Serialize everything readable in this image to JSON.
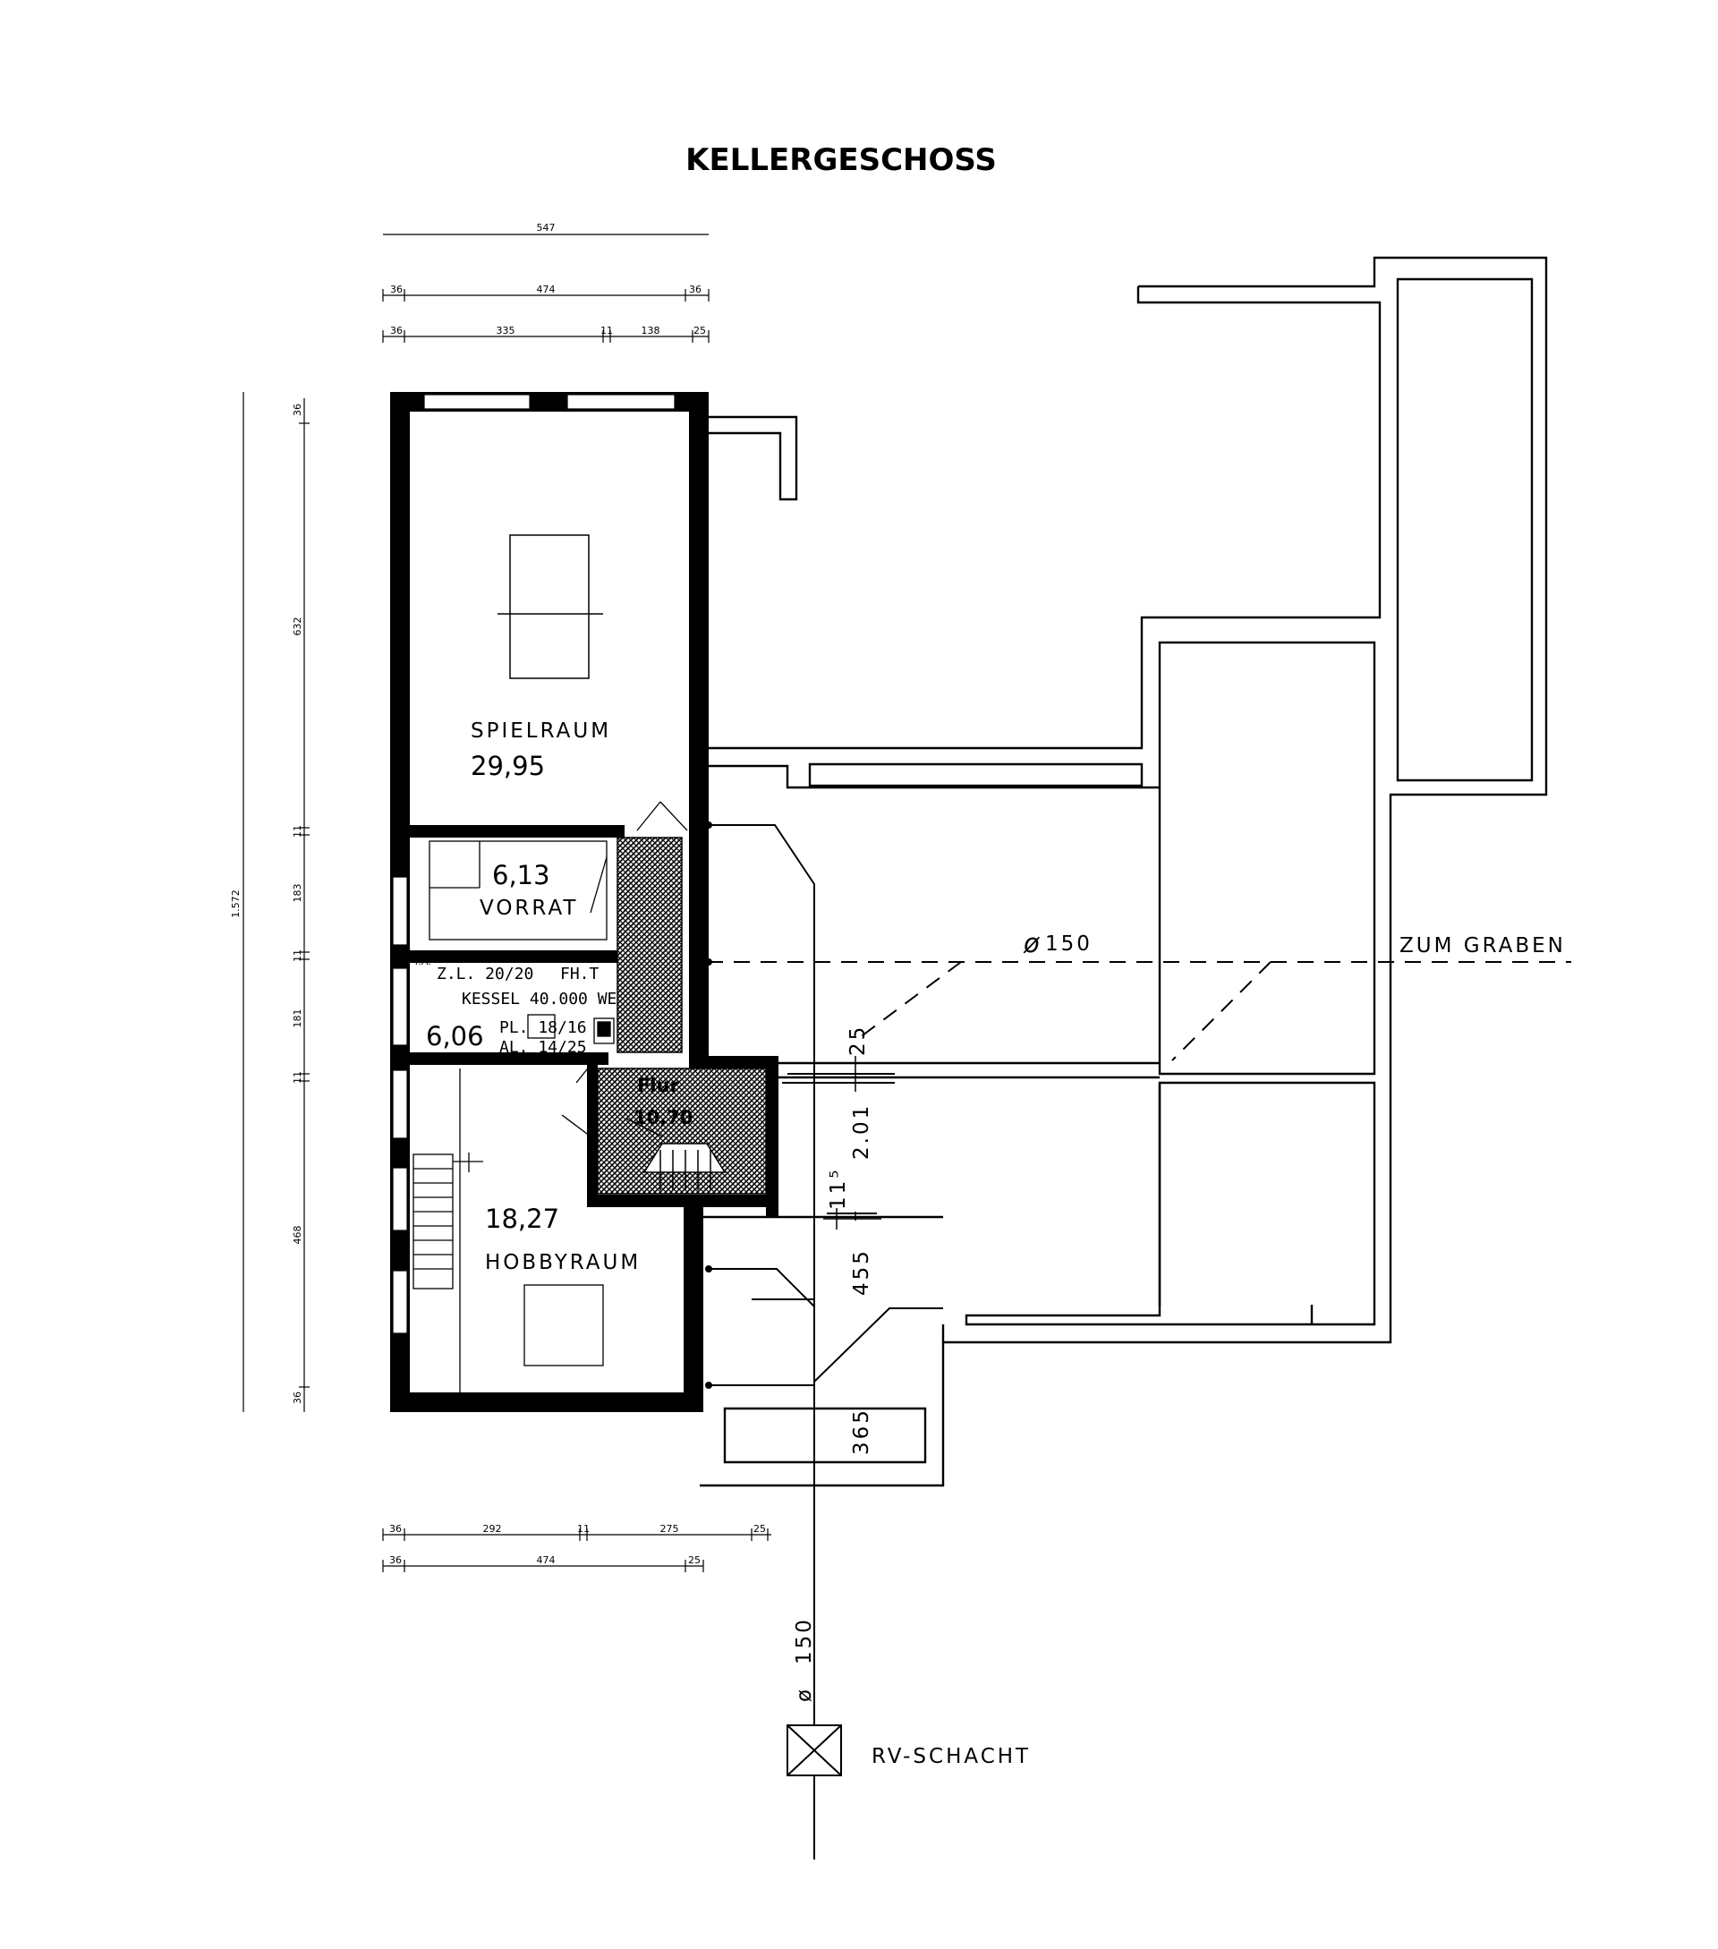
{
  "title": "KELLERGESCHOSS",
  "rooms": {
    "spielraum": {
      "name": "SPIELRAUM",
      "area": "29,95"
    },
    "vorrat": {
      "name": "VORRAT",
      "area": "6,13"
    },
    "heizraum": {
      "area": "6,06",
      "note_zl": "Z.L. 20/20",
      "note_fh": "FH.T",
      "note_kessel": "KESSEL 40.000 WE",
      "note_pl": "PL. 18/16",
      "note_al": "AL. 14/25",
      "tag": "T.A."
    },
    "flur": {
      "name": "Flur",
      "area": "10,70"
    },
    "hobbyraum": {
      "name": "HOBBYRAUM",
      "area": "18,27"
    }
  },
  "pipe": {
    "diameter_top": "150",
    "diameter_bottom": "150",
    "to_graben": "ZUM GRABEN",
    "schacht": "RV-SCHACHT"
  },
  "dims_top": {
    "row1": [
      "547"
    ],
    "row2": [
      "36",
      "474",
      "36"
    ],
    "row3": [
      "36",
      "335",
      "11",
      "138",
      "25"
    ]
  },
  "dims_left": {
    "total": "1.572",
    "segments": [
      "36",
      "632",
      "11",
      "183",
      "11",
      "181",
      "11",
      "468",
      "36"
    ]
  },
  "dims_bottom": {
    "row1": [
      "36",
      "292",
      "11",
      "275",
      "25"
    ],
    "row2": [
      "36",
      "474",
      "25"
    ]
  },
  "dims_vertical_pipe": [
    "2.01",
    "455",
    "365",
    "11⁵",
    "25"
  ]
}
